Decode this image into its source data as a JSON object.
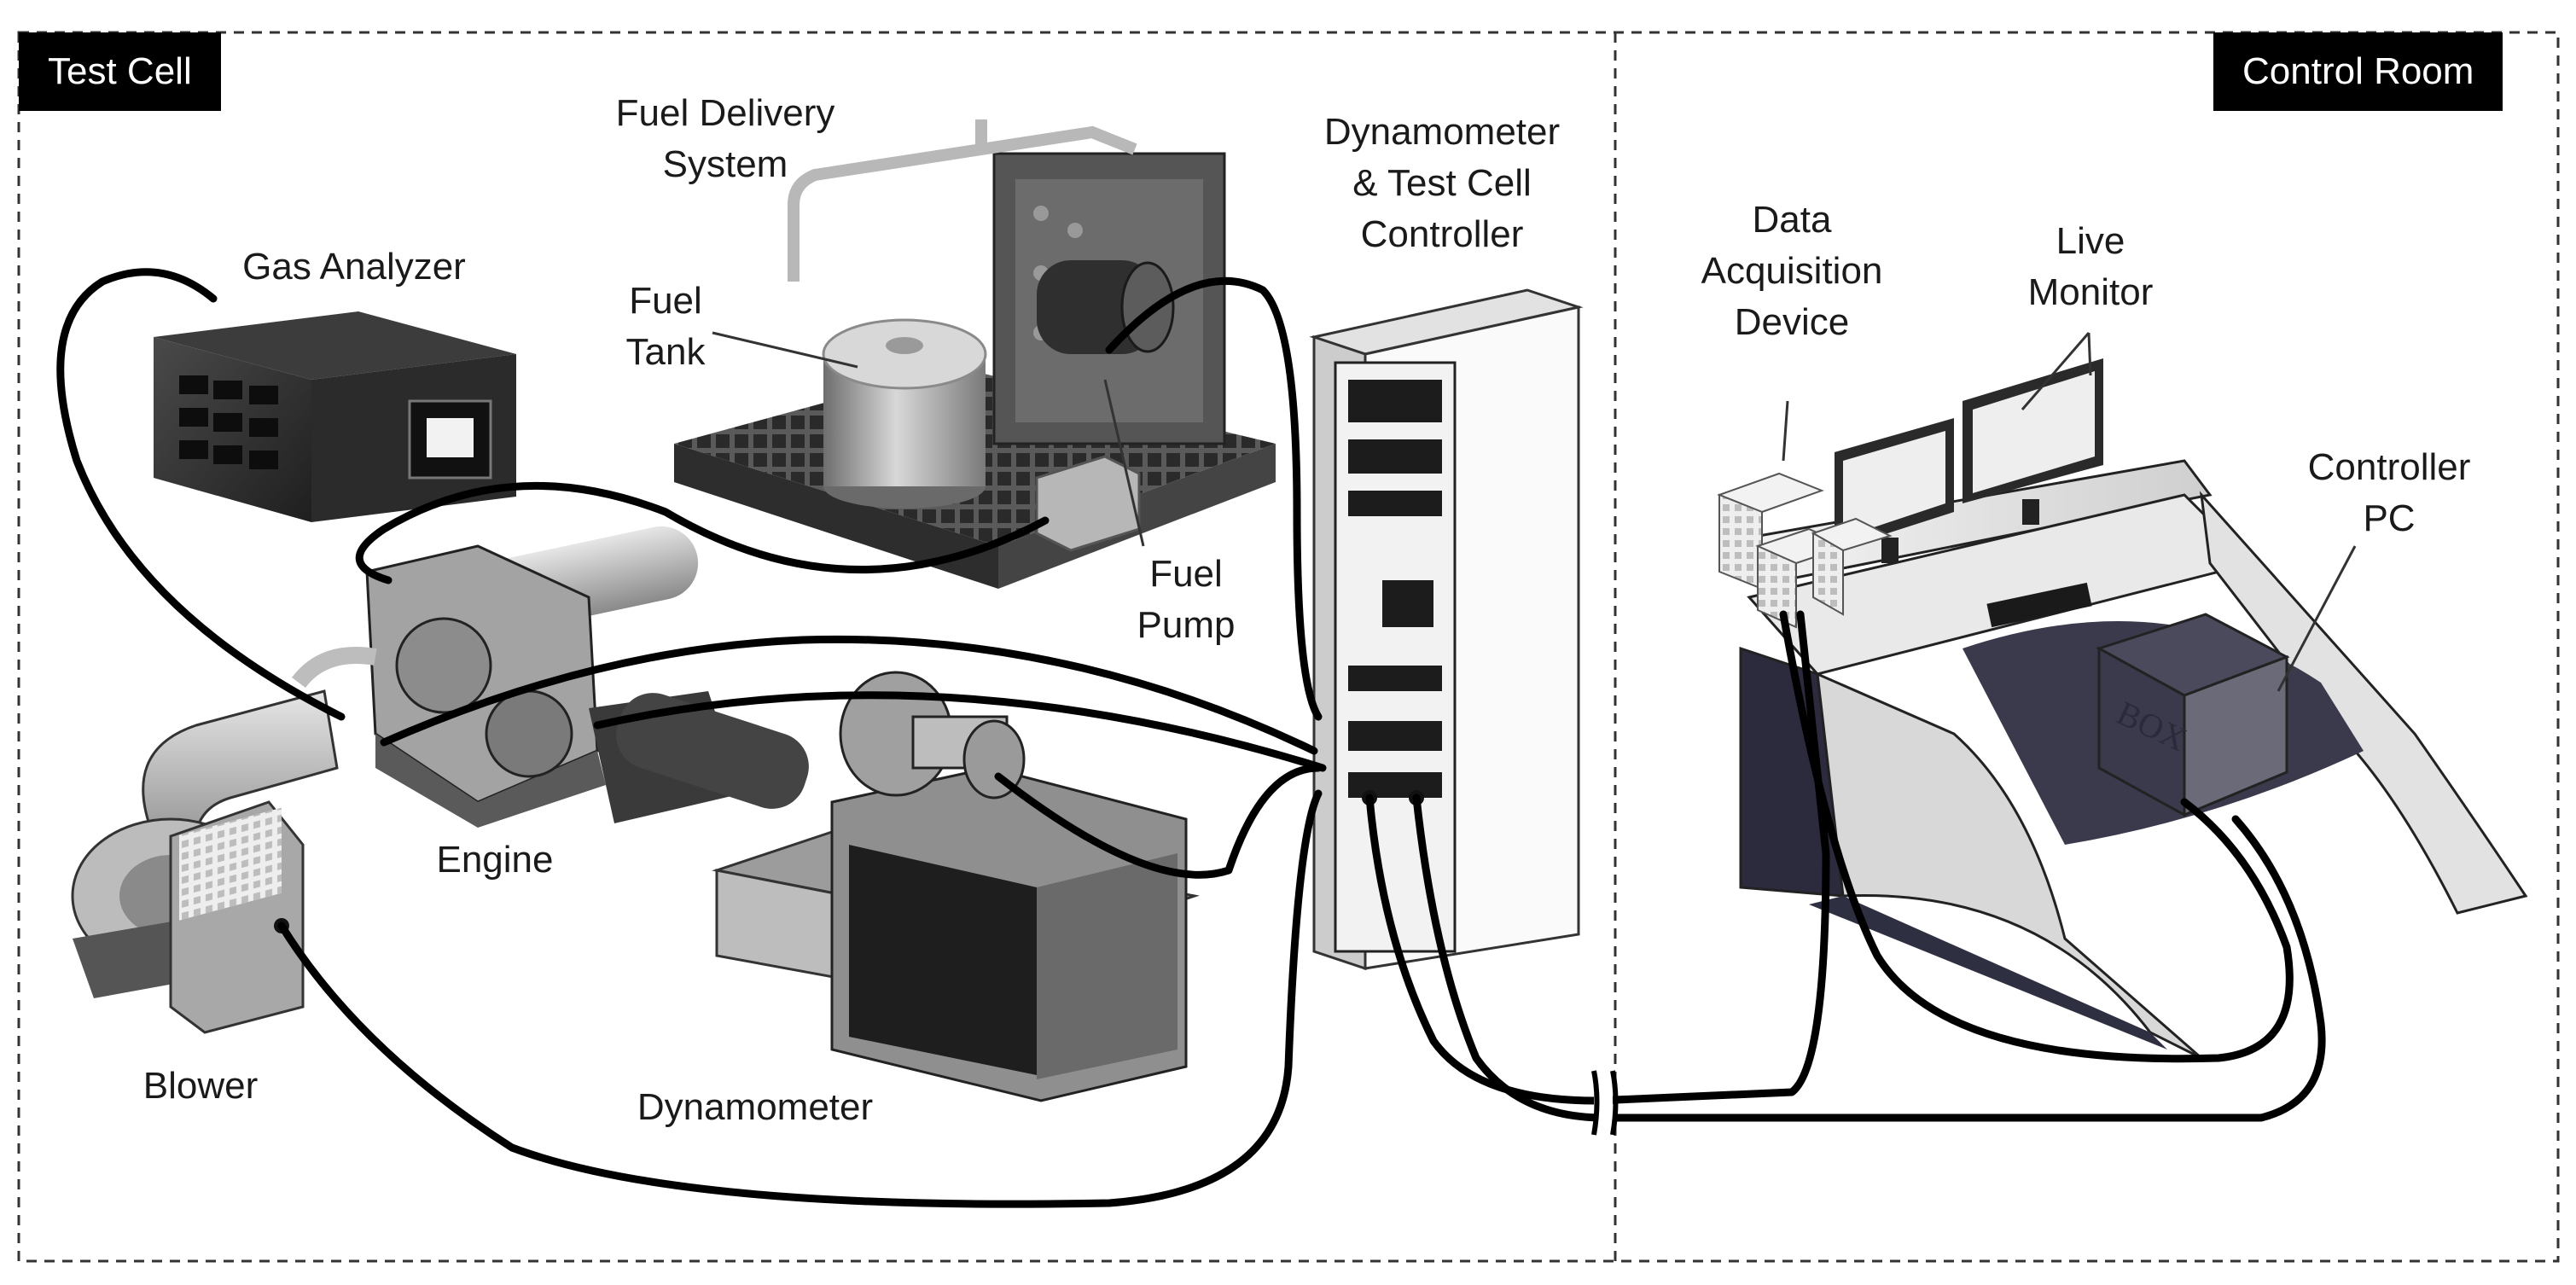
{
  "zones": {
    "test_cell": "Test Cell",
    "control_room": "Control Room"
  },
  "labels": {
    "fuel_delivery_system": [
      "Fuel Delivery",
      "System"
    ],
    "gas_analyzer": "Gas Analyzer",
    "fuel_tank": [
      "Fuel",
      "Tank"
    ],
    "dyno_controller": [
      "Dynamometer",
      "& Test Cell",
      "Controller"
    ],
    "fuel_pump": [
      "Fuel",
      "Pump"
    ],
    "engine": "Engine",
    "blower": "Blower",
    "dynamometer": "Dynamometer",
    "data_acquisition": [
      "Data",
      "Acquisition",
      "Device"
    ],
    "live_monitor": [
      "Live",
      "Monitor"
    ],
    "controller_pc": [
      "Controller",
      "PC"
    ]
  },
  "equipment_marks": {
    "box_logo": "BOX"
  },
  "colors": {
    "background": "#ffffff",
    "text": "#1a1a1a",
    "cable": "#000000",
    "zone_tag_bg": "#000000",
    "zone_tag_text": "#ffffff",
    "equipment_dark": "#3a3a3a",
    "equipment_mid": "#8c8c8c",
    "equipment_light": "#d9d9d9"
  }
}
